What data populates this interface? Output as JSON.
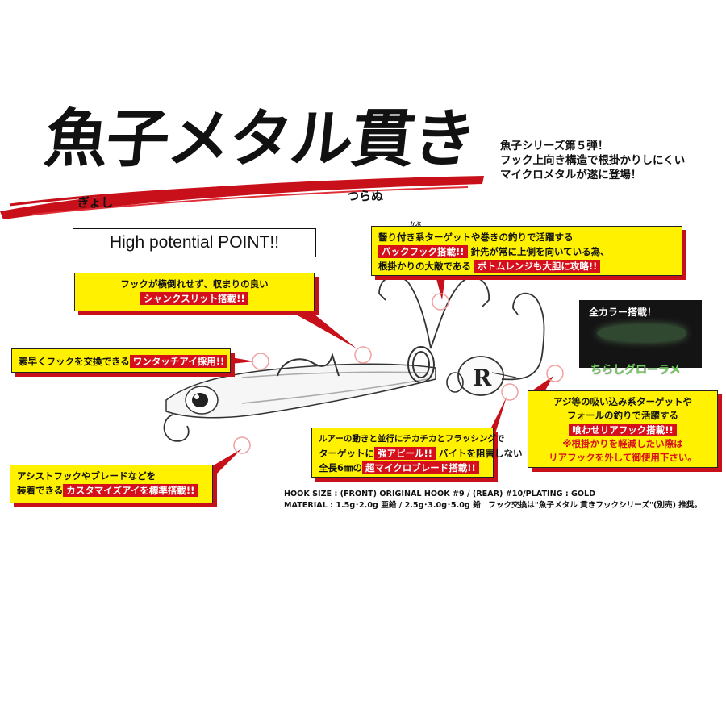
{
  "title": {
    "main": "魚子メタル貫き",
    "ruby_left": "ぎょし",
    "ruby_right": "つらぬ"
  },
  "tagline": [
    "魚子シリーズ第５弾！",
    "フック上向き構造で根掛かりしにくい",
    "マイクロメタルが遂に登場！"
  ],
  "highlight_box": "High potential POINT!!",
  "callouts": {
    "shank": {
      "line1": "フックが横倒れせず、収まりの良い",
      "red": "シャンクスリット搭載!!"
    },
    "back_hook": {
      "ruby": "かぶ",
      "line1": "齧り付き系ターゲットや巻きの釣りで活躍する",
      "red1": "バックフック搭載!!",
      "line2_tail": "針先が常に上側を向いている為、",
      "line3_head": "根掛かりの大敵である",
      "red2": "ボトムレンジも大胆に攻略!!"
    },
    "one_touch": {
      "line1": "素早くフックを交換できる",
      "red": "ワンタッチアイ採用!!"
    },
    "rear_hook": {
      "line1": "アジ等の吸い込み系ターゲットや",
      "line2": "フォールの釣りで活躍する",
      "red": "喰わせリアフック搭載!!",
      "note1": "※根掛かりを軽減したい際は",
      "note2": "リアフックを外して御使用下さい。"
    },
    "blade": {
      "line1": "ルアーの動きと並行にチカチカとフラッシングで",
      "line2_head": "ターゲットに",
      "red1": "強アピール!!",
      "line2_tail": "バイトを阻害しない",
      "line3_head": "全長6㎜の",
      "red2": "超マイクロブレード搭載!!"
    },
    "custom_eye": {
      "line1": "アシストフックやブレードなどを",
      "line2_head": "装着できる",
      "red": "カスタマイズアイを標準搭載!!"
    }
  },
  "glow_panel": {
    "badge": "全カラー搭載！",
    "caption": "ちらしグローラメ"
  },
  "specs": {
    "line1": "HOOK SIZE : (FRONT) ORIGINAL HOOK #9 / (REAR) #10/PLATING : GOLD",
    "line2": "MATERIAL : 1.5g･2.0g 亜鉛 / 2.5g･3.0g･5.0g 鉛　フック交換は\"魚子メタル 貫きフックシリーズ\"(別売) 推奨。"
  },
  "colors": {
    "callout_fill": "#fff100",
    "accent_red": "#d6101a",
    "glow_green": "#6fd05a"
  }
}
